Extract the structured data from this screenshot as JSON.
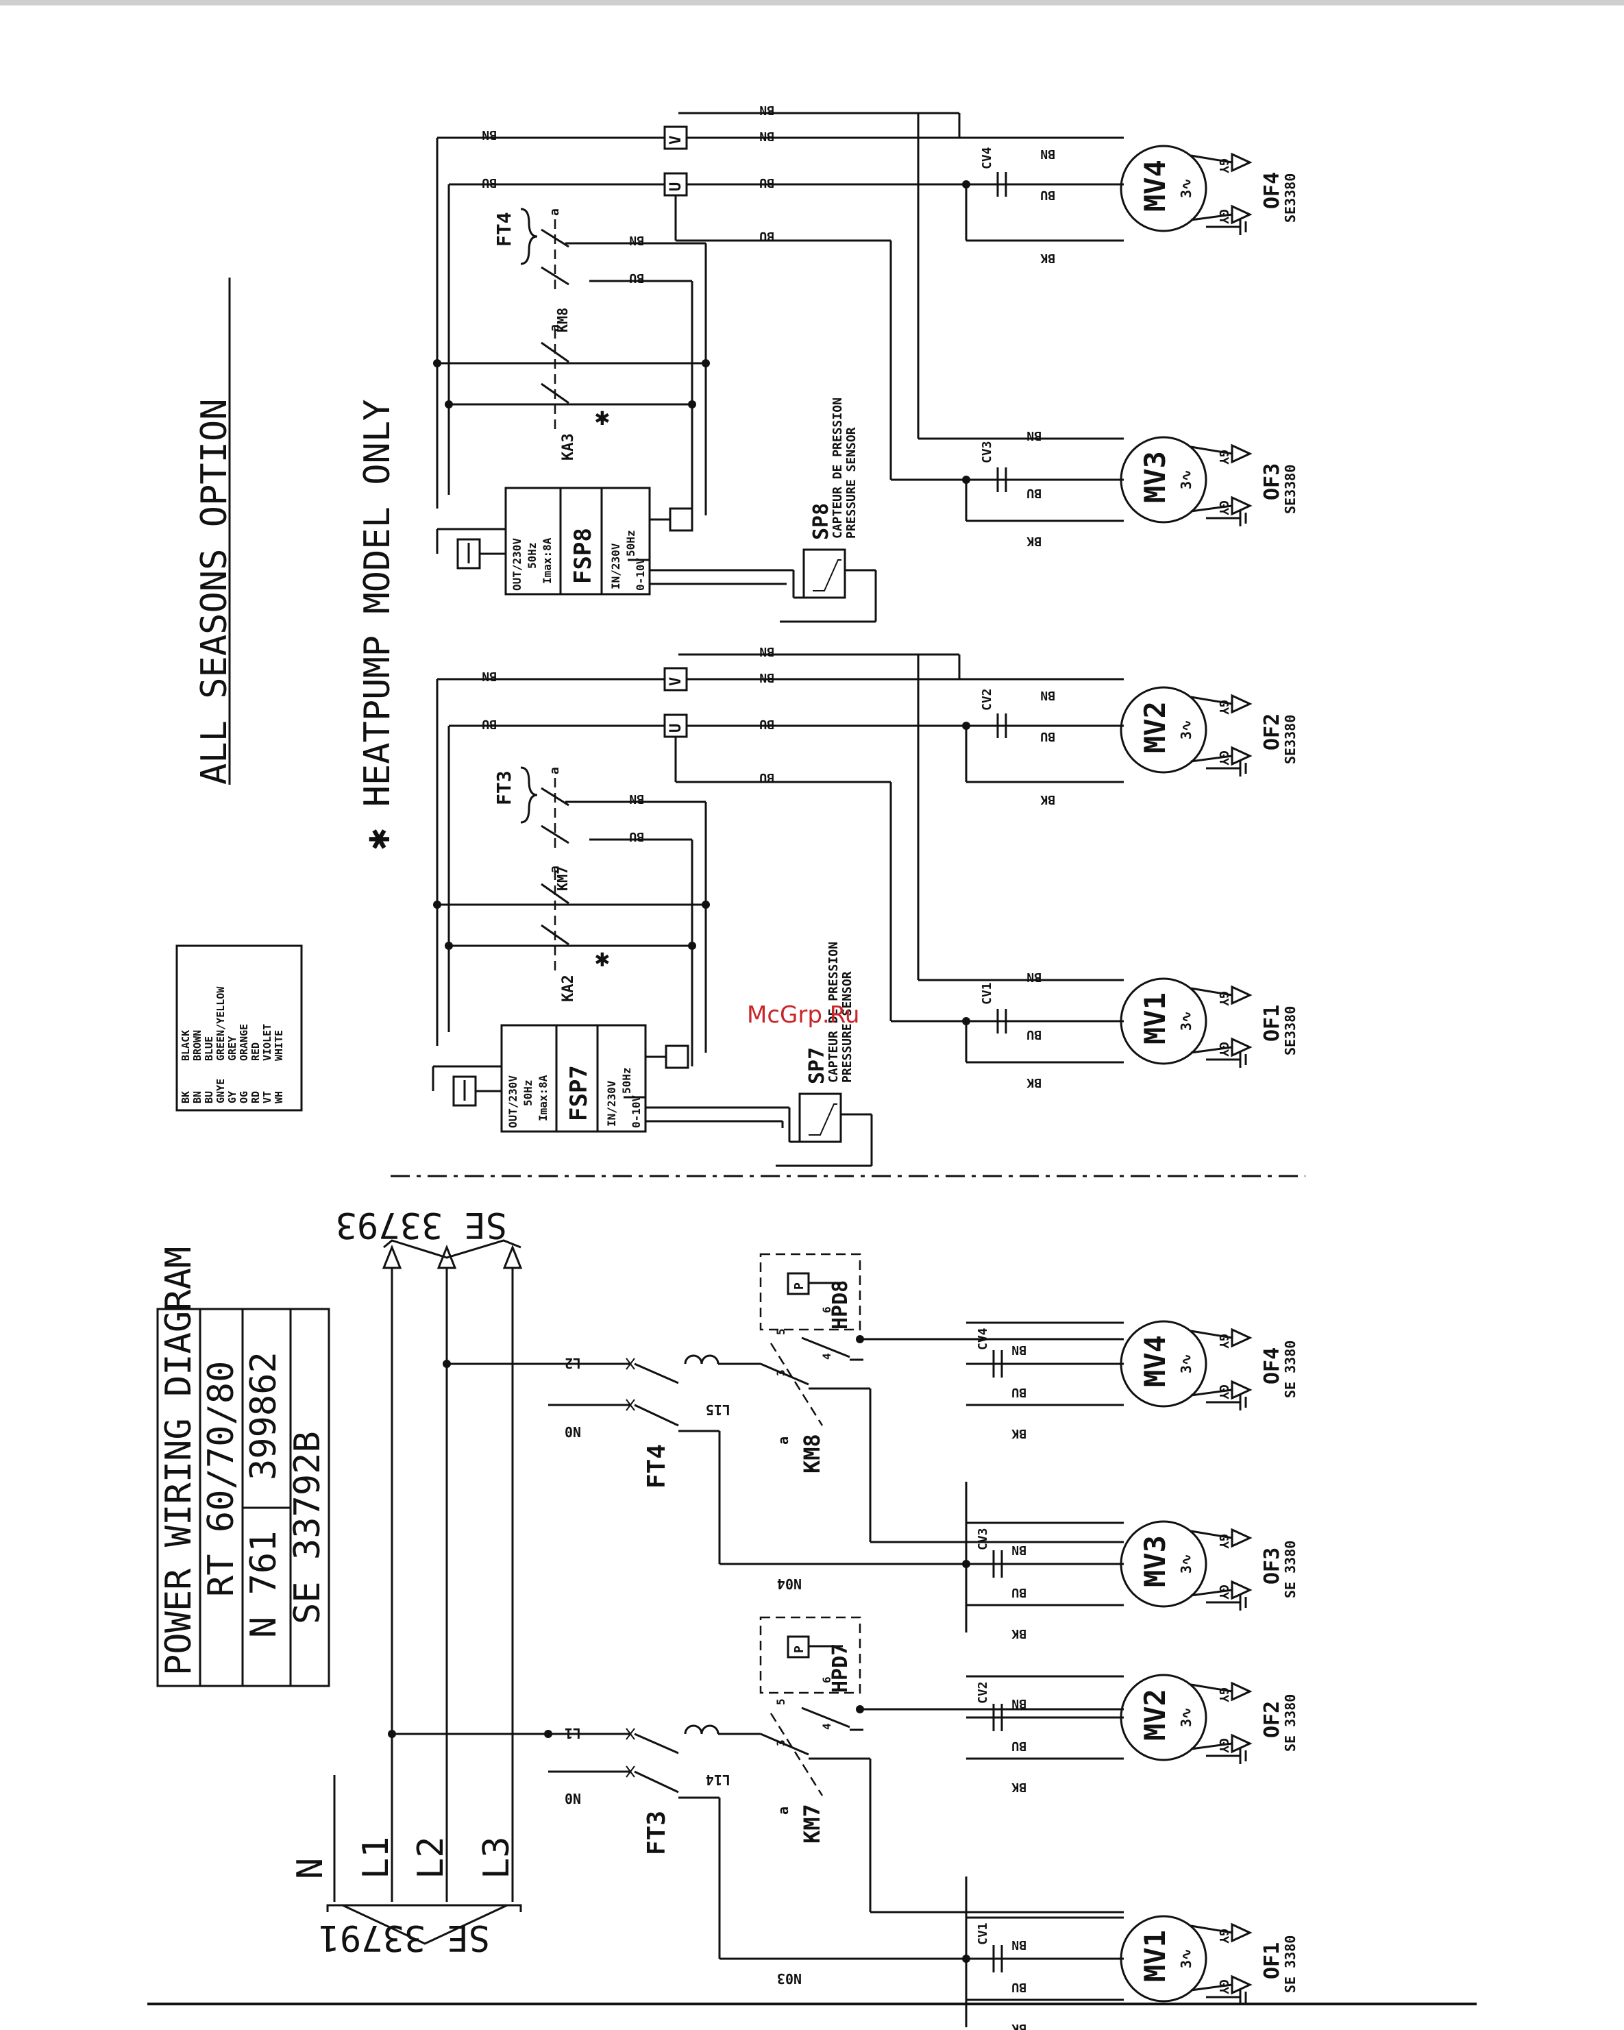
{
  "title_block": {
    "line1": "POWER WIRING DIAGRAM",
    "line2": "RT 60/70/80",
    "line3_left": "N 761",
    "line3_right": "399862",
    "line4": "SE 33792B"
  },
  "option_title": "ALL SEASONS OPTION",
  "heatpump_note": "✱ HEATPUMP MODEL ONLY",
  "watermark": "McGrp.Ru",
  "legend": [
    [
      "BK",
      "BLACK"
    ],
    [
      "BN",
      "BROWN"
    ],
    [
      "BU",
      "BLUE"
    ],
    [
      "GNYE",
      "GREEN/YELLOW"
    ],
    [
      "GY",
      "GREY"
    ],
    [
      "OG",
      "ORANGE"
    ],
    [
      "RD",
      "RED"
    ],
    [
      "VT",
      "VIOLET"
    ],
    [
      "WH",
      "WHITE"
    ]
  ],
  "supply": {
    "label": "SE 33791",
    "lines": [
      "N",
      "L1",
      "L2",
      "L3"
    ]
  },
  "out_arrow_label": "SE 33793",
  "lower": {
    "ft": [
      "FT3",
      "FT4"
    ],
    "km": [
      "KM7",
      "KM8"
    ],
    "hpd": [
      "HPD7",
      "HPD8"
    ],
    "p": "P",
    "l": [
      "L14",
      "L15"
    ],
    "l1": "L1",
    "l2": "L2",
    "n0": "N0",
    "n03": "N03",
    "n04": "N04",
    "motors": [
      "MV1",
      "MV2",
      "MV3",
      "MV4"
    ],
    "caps": [
      "CV1",
      "CV2",
      "CV3",
      "CV4"
    ],
    "ofs": [
      "OF1",
      "OF2",
      "OF3",
      "OF4"
    ],
    "se": "SE 3380",
    "terms": [
      "5",
      "6",
      "3",
      "4"
    ],
    "a": "a"
  },
  "upper": {
    "fsp": [
      "FSP7",
      "FSP8"
    ],
    "sp": [
      "SP7",
      "SP8"
    ],
    "ka": [
      "KA2",
      "KA3"
    ],
    "km": [
      "KM7",
      "KM8"
    ],
    "ft": [
      "FT3",
      "FT4"
    ],
    "fsp_out": "OUT/230V",
    "hz": "50Hz",
    "imax": "Imax:8A",
    "fsp_in": "IN/230V",
    "ctl": "0-10V",
    "sensor1": "CAPTEUR DE PRESSION",
    "sensor2": "PRESSURE SENSOR",
    "motors": [
      "MV1",
      "MV2",
      "MV3",
      "MV4"
    ],
    "caps": [
      "CV1",
      "CV2",
      "CV3",
      "CV4"
    ],
    "ofs": [
      "OF1",
      "OF2",
      "OF3",
      "OF4"
    ],
    "se": "SE3380",
    "u": "U",
    "v": "V",
    "a": "a"
  },
  "wire": {
    "bn": "BN",
    "bu": "BU",
    "bk": "BK",
    "gy": "GY",
    "ph": "3∿"
  }
}
